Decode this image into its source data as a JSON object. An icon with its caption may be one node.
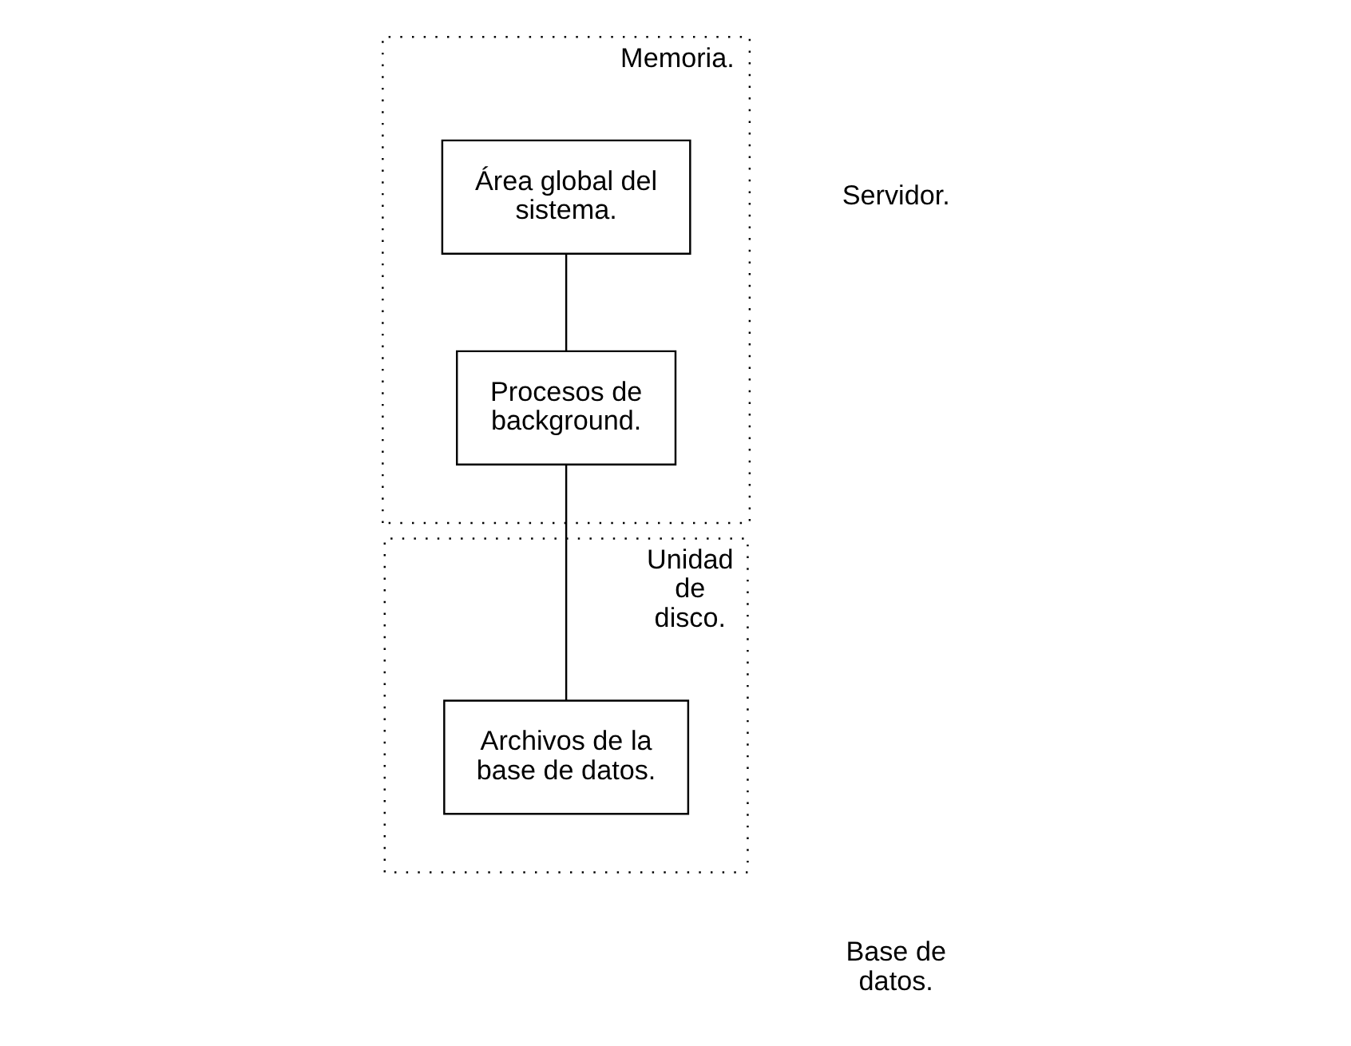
{
  "diagram": {
    "nodes": [
      {
        "text": [
          "Memoria."
        ]
      },
      {
        "text": [
          "Área global del sistema."
        ],
        "in": 0
      },
      {
        "text": [
          "Procesos de background."
        ],
        "in": 0
      },
      {
        "text": [
          "Unidad de disco."
        ]
      },
      {
        "text": [
          "Archivos de la base de datos."
        ],
        "in": 3
      }
    ],
    "edges": [
      {
        "from": 1,
        "to": 2,
        "arrow": "none"
      },
      {
        "from": 2,
        "to": 4,
        "arrow": "none"
      }
    ],
    "labels": [
      "Servidor.",
      "Base de datos."
    ]
  }
}
